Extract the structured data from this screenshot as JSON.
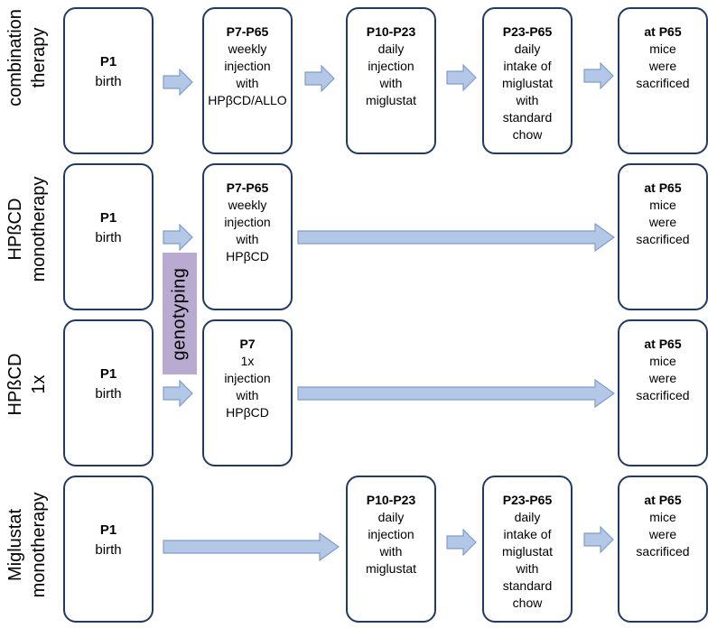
{
  "rows": [
    {
      "label": [
        "combination",
        "therapy"
      ],
      "p1": {
        "title": "P1",
        "text": "birth"
      },
      "steps": [
        {
          "title": "P7-P65",
          "lines": [
            "weekly",
            "injection",
            "with",
            "HPβCD/ALLO"
          ]
        },
        {
          "title": "P10-P23",
          "lines": [
            "daily",
            "injection",
            "with",
            "miglustat"
          ]
        },
        {
          "title": "P23-P65",
          "lines": [
            "daily",
            "intake of",
            "miglustat",
            "with",
            "standard",
            "chow"
          ]
        }
      ],
      "end": {
        "title": "at P65",
        "lines": [
          "mice",
          "were",
          "sacrificed"
        ]
      }
    },
    {
      "label": [
        "HPßCD",
        "monotherapy"
      ],
      "p1": {
        "title": "P1",
        "text": "birth"
      },
      "steps": [
        {
          "title": "P7-P65",
          "lines": [
            "weekly",
            "injection",
            "with",
            "HPβCD"
          ]
        }
      ],
      "end": {
        "title": "at P65",
        "lines": [
          "mice",
          "were",
          "sacrificed"
        ]
      }
    },
    {
      "label": [
        "HPßCD",
        "1x"
      ],
      "p1": {
        "title": "P1",
        "text": "birth"
      },
      "steps": [
        {
          "title": "P7",
          "lines": [
            "1x",
            "injection",
            "with",
            "HPβCD"
          ]
        }
      ],
      "end": {
        "title": "at P65",
        "lines": [
          "mice",
          "were",
          "sacrificed"
        ]
      }
    },
    {
      "label": [
        "Miglustat",
        "monotherapy"
      ],
      "p1": {
        "title": "P1",
        "text": "birth"
      },
      "steps": [
        {
          "title": "P10-P23",
          "lines": [
            "daily",
            "injection",
            "with",
            "miglustat"
          ]
        },
        {
          "title": "P23-P65",
          "lines": [
            "daily",
            "intake of",
            "miglustat",
            "with",
            "standard",
            "chow"
          ]
        }
      ],
      "end": {
        "title": "at P65",
        "lines": [
          "mice",
          "were",
          "sacrificed"
        ]
      }
    }
  ],
  "genotyping_label": "genotyping",
  "colors": {
    "box_border": "#1f3b63",
    "arrow_fill": "#b3c7e6",
    "arrow_stroke": "#7f9cc9",
    "genotyping_bg": "#b8aad0"
  }
}
